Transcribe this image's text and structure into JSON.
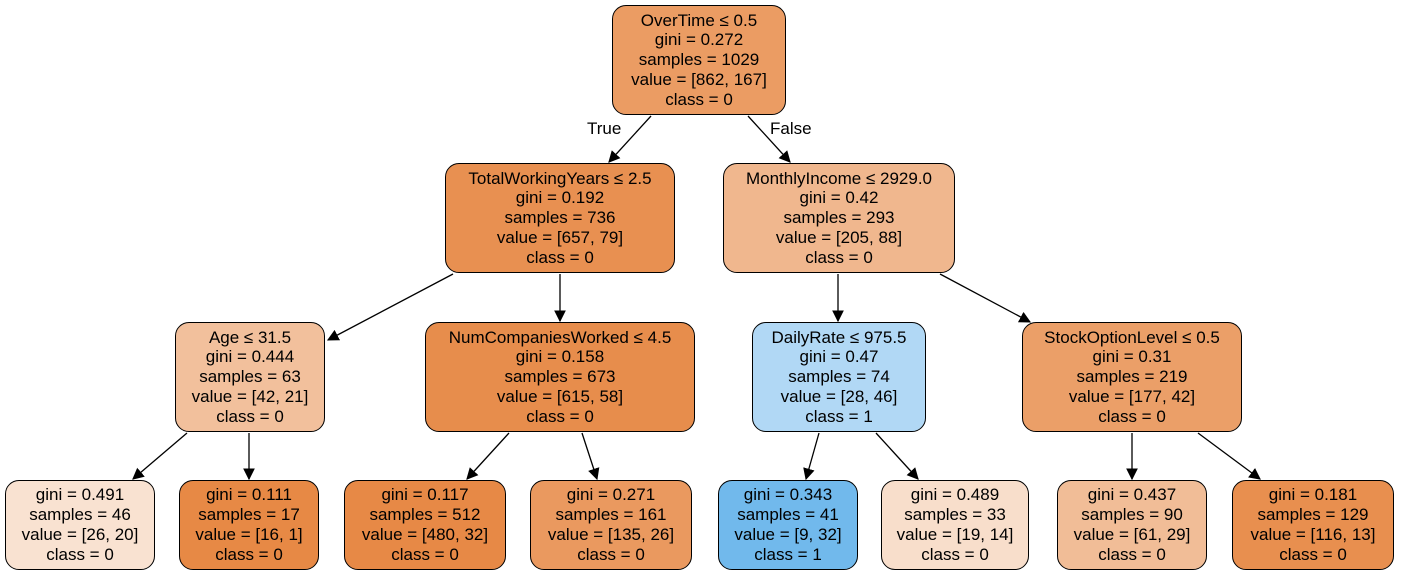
{
  "edge_labels": {
    "true_label": "True",
    "false_label": "False"
  },
  "nodes": {
    "root": {
      "lines": [
        "OverTime ≤ 0.5",
        "gini = 0.272",
        "samples = 1029",
        "value = [862, 167]",
        "class = 0"
      ],
      "fill": "#eb9c63"
    },
    "n1": {
      "lines": [
        "TotalWorkingYears ≤ 2.5",
        "gini = 0.192",
        "samples = 736",
        "value = [657, 79]",
        "class = 0"
      ],
      "fill": "#e89051"
    },
    "n2": {
      "lines": [
        "MonthlyIncome ≤ 2929.0",
        "gini = 0.42",
        "samples = 293",
        "value = [205, 88]",
        "class = 0"
      ],
      "fill": "#f0b78e"
    },
    "n3": {
      "lines": [
        "Age ≤ 31.5",
        "gini = 0.444",
        "samples = 63",
        "value = [42, 21]",
        "class = 0"
      ],
      "fill": "#f2c09c"
    },
    "n4": {
      "lines": [
        "NumCompaniesWorked ≤ 4.5",
        "gini = 0.158",
        "samples = 673",
        "value = [615, 58]",
        "class = 0"
      ],
      "fill": "#e78d4c"
    },
    "n5": {
      "lines": [
        "DailyRate ≤ 975.5",
        "gini = 0.47",
        "samples = 74",
        "value = [28, 46]",
        "class = 1"
      ],
      "fill": "#b1d8f5"
    },
    "n6": {
      "lines": [
        "StockOptionLevel ≤ 0.5",
        "gini = 0.31",
        "samples = 219",
        "value = [177, 42]",
        "class = 0"
      ],
      "fill": "#eb9f68"
    },
    "leaf1": {
      "lines": [
        "gini = 0.491",
        "samples = 46",
        "value = [26, 20]",
        "class = 0"
      ],
      "fill": "#f9e2d1"
    },
    "leaf2": {
      "lines": [
        "gini = 0.111",
        "samples = 17",
        "value = [16, 1]",
        "class = 0"
      ],
      "fill": "#e78945"
    },
    "leaf3": {
      "lines": [
        "gini = 0.117",
        "samples = 512",
        "value = [480, 32]",
        "class = 0"
      ],
      "fill": "#e78946"
    },
    "leaf4": {
      "lines": [
        "gini = 0.271",
        "samples = 161",
        "value = [135, 26]",
        "class = 0"
      ],
      "fill": "#ea995f"
    },
    "leaf5": {
      "lines": [
        "gini = 0.343",
        "samples = 41",
        "value = [9, 32]",
        "class = 1"
      ],
      "fill": "#71b9ec"
    },
    "leaf6": {
      "lines": [
        "gini = 0.489",
        "samples = 33",
        "value = [19, 14]",
        "class = 0"
      ],
      "fill": "#f8decb"
    },
    "leaf7": {
      "lines": [
        "gini = 0.437",
        "samples = 90",
        "value = [61, 29]",
        "class = 0"
      ],
      "fill": "#f1bd97"
    },
    "leaf8": {
      "lines": [
        "gini = 0.181",
        "samples = 129",
        "value = [116, 13]",
        "class = 0"
      ],
      "fill": "#e88f4f"
    }
  }
}
